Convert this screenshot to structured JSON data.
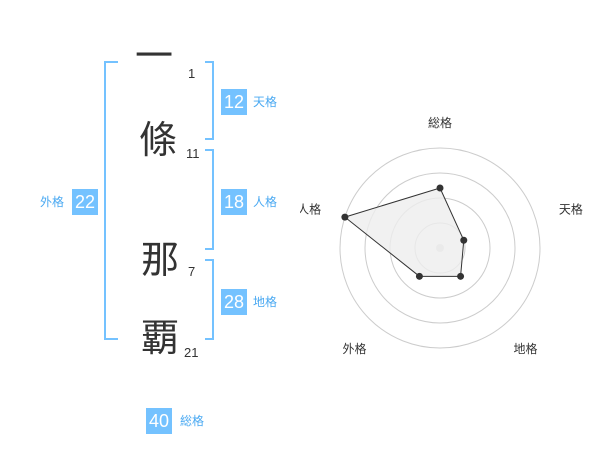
{
  "name": {
    "chars": [
      {
        "char": "一",
        "strokes": "1"
      },
      {
        "char": "條",
        "strokes": "11"
      },
      {
        "char": "那",
        "strokes": "7"
      },
      {
        "char": "覇",
        "strokes": "21"
      }
    ]
  },
  "kaku": {
    "tenkaku": {
      "value": "12",
      "label": "天格"
    },
    "jinkaku": {
      "value": "18",
      "label": "人格"
    },
    "chikaku": {
      "value": "28",
      "label": "地格"
    },
    "gaikaku": {
      "value": "22",
      "label": "外格"
    },
    "soukaku": {
      "value": "40",
      "label": "総格"
    }
  },
  "chart_data": {
    "type": "radar",
    "axes": [
      "総格",
      "天格",
      "地格",
      "外格",
      "人格"
    ],
    "values": [
      0.6,
      0.25,
      0.35,
      0.35,
      1.0
    ],
    "rings": 4,
    "colors": {
      "accent": "#74c2ff",
      "line": "#333333",
      "fill": "#eeeeee",
      "grid": "#cccccc",
      "center": "#dddddd"
    }
  }
}
